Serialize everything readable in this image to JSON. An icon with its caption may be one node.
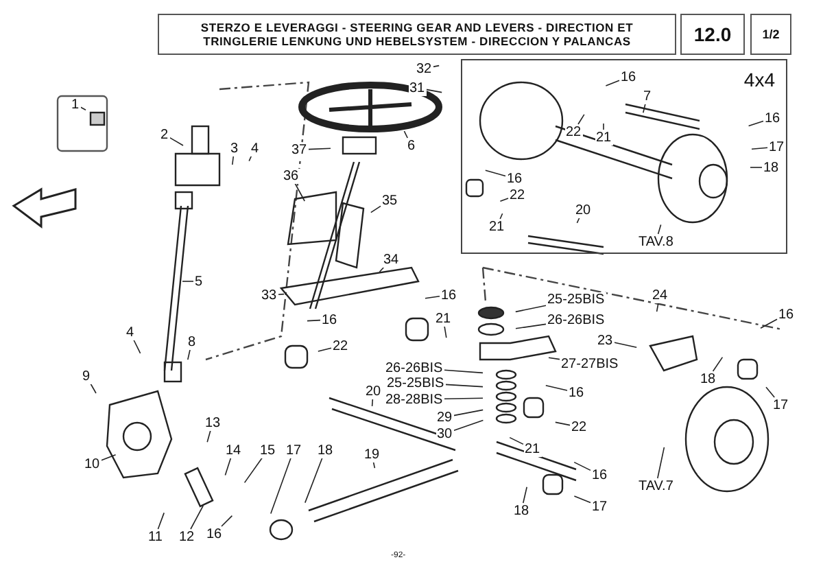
{
  "diagram": {
    "title": "STERZO E LEVERAGGI - STEERING GEAR AND LEVERS - DIRECTION ET TRINGLERIE LENKUNG UND HEBELSYSTEM - DIRECCION Y PALANCAS",
    "nodes": [
      {
        "text": [
          "1"
        ]
      },
      {
        "text": [
          "2"
        ]
      },
      {
        "text": [
          "3"
        ]
      },
      {
        "text": [
          "4"
        ]
      },
      {
        "text": [
          "37"
        ]
      },
      {
        "text": [
          "36"
        ]
      },
      {
        "text": [
          "35"
        ]
      },
      {
        "text": [
          "5"
        ]
      },
      {
        "text": [
          "34"
        ]
      },
      {
        "text": [
          "33"
        ]
      },
      {
        "text": [
          "16"
        ]
      },
      {
        "text": [
          "4"
        ]
      },
      {
        "text": [
          "8"
        ]
      },
      {
        "text": [
          "9"
        ]
      },
      {
        "text": [
          "10"
        ]
      },
      {
        "text": [
          "13"
        ]
      },
      {
        "text": [
          "14"
        ]
      },
      {
        "text": [
          "15"
        ]
      },
      {
        "text": [
          "17"
        ]
      },
      {
        "text": [
          "18"
        ]
      },
      {
        "text": [
          "19"
        ]
      },
      {
        "text": [
          "11"
        ]
      },
      {
        "text": [
          "12"
        ]
      },
      {
        "text": [
          "16"
        ]
      },
      {
        "text": [
          "20"
        ]
      },
      {
        "text": [
          "22"
        ]
      },
      {
        "text": [
          "16"
        ]
      },
      {
        "text": [
          "21"
        ]
      },
      {
        "text": [
          "32"
        ]
      },
      {
        "text": [
          "31"
        ]
      },
      {
        "text": [
          "6"
        ]
      },
      {
        "text": [
          "4x4"
        ]
      },
      {
        "text": [
          "16"
        ],
        "in": 31
      },
      {
        "text": [
          "7"
        ],
        "in": 31
      },
      {
        "text": [
          "22"
        ],
        "in": 31
      },
      {
        "text": [
          "21"
        ],
        "in": 31
      },
      {
        "text": [
          "16"
        ],
        "in": 31
      },
      {
        "text": [
          "17"
        ],
        "in": 31
      },
      {
        "text": [
          "18"
        ],
        "in": 31
      },
      {
        "text": [
          "16"
        ],
        "in": 31
      },
      {
        "text": [
          "22"
        ],
        "in": 31
      },
      {
        "text": [
          "21"
        ],
        "in": 31
      },
      {
        "text": [
          "20"
        ],
        "in": 31
      },
      {
        "text": [
          "TAV.8"
        ],
        "in": 31
      },
      {
        "text": [
          "24"
        ]
      },
      {
        "text": [
          "16"
        ]
      },
      {
        "text": [
          "25-25BIS"
        ]
      },
      {
        "text": [
          "26-26BIS"
        ]
      },
      {
        "text": [
          "23"
        ]
      },
      {
        "text": [
          "27-27BIS"
        ]
      },
      {
        "text": [
          "26-26BIS"
        ]
      },
      {
        "text": [
          "25-25BIS"
        ]
      },
      {
        "text": [
          "28-28BIS"
        ]
      },
      {
        "text": [
          "29"
        ]
      },
      {
        "text": [
          "30"
        ]
      },
      {
        "text": [
          "16"
        ]
      },
      {
        "text": [
          "22"
        ]
      },
      {
        "text": [
          "21"
        ]
      },
      {
        "text": [
          "18"
        ]
      },
      {
        "text": [
          "17"
        ]
      },
      {
        "text": [
          "TAV.7"
        ]
      },
      {
        "text": [
          "16"
        ]
      },
      {
        "text": [
          "18"
        ]
      },
      {
        "text": [
          "17"
        ]
      }
    ],
    "edges": [
      {
        "from": 0,
        "to": null,
        "arrow": "none"
      },
      {
        "from": 1,
        "to": null,
        "arrow": "none"
      },
      {
        "from": 2,
        "to": null,
        "arrow": "none"
      },
      {
        "from": 3,
        "to": null,
        "arrow": "none"
      },
      {
        "from": 4,
        "to": null,
        "arrow": "none"
      },
      {
        "from": 5,
        "to": null,
        "arrow": "none"
      },
      {
        "from": 6,
        "to": null,
        "arrow": "none"
      },
      {
        "from": 7,
        "to": null,
        "arrow": "none"
      },
      {
        "from": 8,
        "to": null,
        "arrow": "none"
      },
      {
        "from": 9,
        "to": null,
        "arrow": "none"
      },
      {
        "from": 10,
        "to": null,
        "arrow": "none"
      },
      {
        "from": 11,
        "to": null,
        "arrow": "none"
      },
      {
        "from": 12,
        "to": null,
        "arrow": "none"
      },
      {
        "from": 13,
        "to": null,
        "arrow": "none"
      },
      {
        "from": 14,
        "to": null,
        "arrow": "none"
      },
      {
        "from": 15,
        "to": null,
        "arrow": "none"
      },
      {
        "from": 16,
        "to": null,
        "arrow": "none"
      },
      {
        "from": 17,
        "to": null,
        "arrow": "none"
      },
      {
        "from": 18,
        "to": null,
        "arrow": "none"
      },
      {
        "from": 19,
        "to": null,
        "arrow": "none"
      },
      {
        "from": 20,
        "to": null,
        "arrow": "none"
      },
      {
        "from": 21,
        "to": null,
        "arrow": "none"
      },
      {
        "from": 22,
        "to": null,
        "arrow": "none"
      },
      {
        "from": 23,
        "to": null,
        "arrow": "none"
      },
      {
        "from": 24,
        "to": null,
        "arrow": "none"
      },
      {
        "from": 25,
        "to": null,
        "arrow": "none"
      },
      {
        "from": 26,
        "to": null,
        "arrow": "none"
      },
      {
        "from": 27,
        "to": null,
        "arrow": "none"
      },
      {
        "from": 28,
        "to": null,
        "arrow": "none"
      },
      {
        "from": 29,
        "to": null,
        "arrow": "none"
      },
      {
        "from": 30,
        "to": null,
        "arrow": "none"
      },
      {
        "from": 32,
        "to": null,
        "arrow": "none"
      },
      {
        "from": 33,
        "to": null,
        "arrow": "none"
      },
      {
        "from": 34,
        "to": null,
        "arrow": "none"
      },
      {
        "from": 35,
        "to": null,
        "arrow": "none"
      },
      {
        "from": 36,
        "to": null,
        "arrow": "none"
      },
      {
        "from": 37,
        "to": null,
        "arrow": "none"
      },
      {
        "from": 38,
        "to": null,
        "arrow": "none"
      },
      {
        "from": 39,
        "to": null,
        "arrow": "none"
      },
      {
        "from": 40,
        "to": null,
        "arrow": "none"
      },
      {
        "from": 41,
        "to": null,
        "arrow": "none"
      },
      {
        "from": 42,
        "to": null,
        "arrow": "none"
      },
      {
        "from": 43,
        "to": null,
        "arrow": "none"
      },
      {
        "from": 44,
        "to": null,
        "arrow": "none"
      },
      {
        "from": 45,
        "to": null,
        "arrow": "none"
      },
      {
        "from": 46,
        "to": null,
        "arrow": "none"
      },
      {
        "from": 47,
        "to": null,
        "arrow": "none"
      },
      {
        "from": 48,
        "to": null,
        "arrow": "none"
      },
      {
        "from": 49,
        "to": null,
        "arrow": "none"
      },
      {
        "from": 50,
        "to": null,
        "arrow": "none"
      },
      {
        "from": 51,
        "to": null,
        "arrow": "none"
      },
      {
        "from": 52,
        "to": null,
        "arrow": "none"
      },
      {
        "from": 53,
        "to": null,
        "arrow": "none"
      },
      {
        "from": 54,
        "to": null,
        "arrow": "none"
      },
      {
        "from": 55,
        "to": null,
        "arrow": "none"
      },
      {
        "from": 56,
        "to": null,
        "arrow": "none"
      },
      {
        "from": 57,
        "to": null,
        "arrow": "none"
      },
      {
        "from": 58,
        "to": null,
        "arrow": "none"
      },
      {
        "from": 59,
        "to": null,
        "arrow": "none"
      },
      {
        "from": 60,
        "to": null,
        "arrow": "none"
      },
      {
        "from": 61,
        "to": null,
        "arrow": "none"
      },
      {
        "from": 62,
        "to": null,
        "arrow": "none"
      },
      {
        "from": 63,
        "to": null,
        "arrow": "none"
      }
    ],
    "labels": [
      "12.0",
      "1/2",
      "-92-"
    ]
  }
}
